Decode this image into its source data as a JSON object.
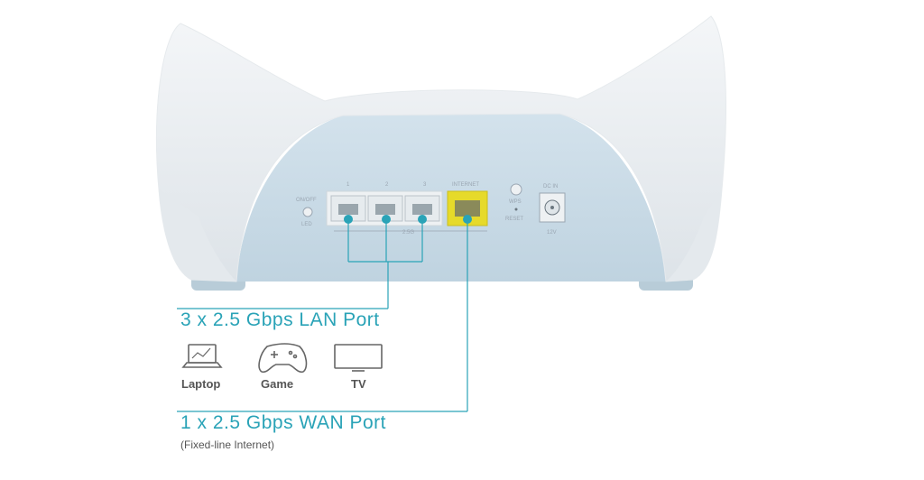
{
  "router": {
    "port_numbers": [
      "1",
      "2",
      "3"
    ],
    "internet_label": "INTERNET",
    "speed_label": "2.5G",
    "onoff_label": "ON/OFF",
    "led_label": "LED",
    "wps_label": "WPS",
    "reset_label": "RESET",
    "dc_in_label": "DC IN",
    "voltage_label": "12V"
  },
  "lan": {
    "title": "3 x 2.5 Gbps LAN Port",
    "devices": [
      {
        "label": "Laptop",
        "icon": "laptop-icon"
      },
      {
        "label": "Game",
        "icon": "gamepad-icon"
      },
      {
        "label": "TV",
        "icon": "tv-icon"
      }
    ]
  },
  "wan": {
    "title": "1 x 2.5 Gbps WAN Port",
    "subtitle": "(Fixed-line Internet)"
  },
  "colors": {
    "accent": "#2aa3b7",
    "lan_port": "#e8ecef",
    "wan_port": "#e6da2a",
    "panel": "#c9dbe6"
  }
}
